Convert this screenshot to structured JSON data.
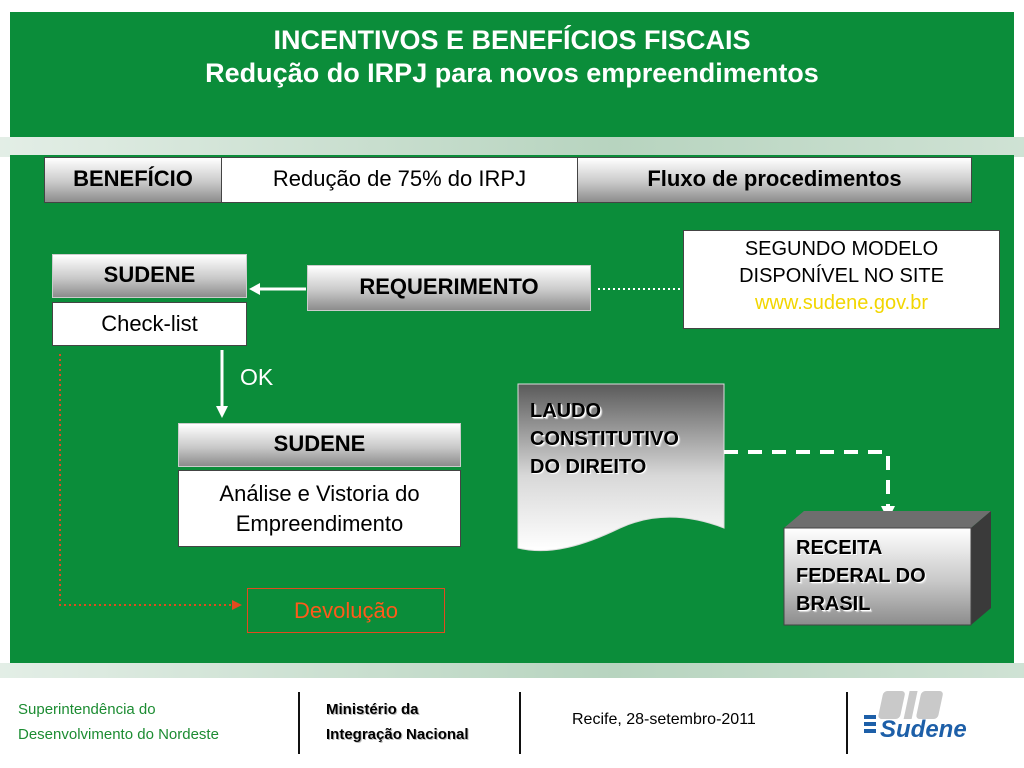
{
  "header": {
    "title": "INCENTIVOS E BENEFÍCIOS FISCAIS",
    "subtitle": "Redução do IRPJ para novos empreendimentos"
  },
  "benefit_table": {
    "label": "BENEFÍCIO",
    "value": "Redução de 75% do IRPJ",
    "flow_label": "Fluxo de procedimentos"
  },
  "flow": {
    "sudene_top": "SUDENE",
    "checklist": "Check-list",
    "requerimento": "REQUERIMENTO",
    "modelo_lines": [
      "SEGUNDO  MODELO",
      "DISPONÍVEL NO SITE",
      "www.sudene.gov.br"
    ],
    "ok": "OK",
    "sudene_mid": "SUDENE",
    "analise_lines": [
      "Análise e Vistoria do",
      "Empreendimento"
    ],
    "devolucao": "Devolução",
    "laudo_lines": [
      "LAUDO",
      "CONSTITUTIVO",
      "DO DIREITO"
    ],
    "receita_lines": [
      "RECEITA",
      "FEDERAL DO",
      "BRASIL"
    ]
  },
  "footer": {
    "org_lines": [
      "Superintendência do",
      "Desenvolvimento do Nordeste"
    ],
    "ministry_lines": [
      "Ministério da",
      "Integração Nacional"
    ],
    "date": "Recife, 28-setembro-2011",
    "logo_text": "Sudene"
  },
  "colors": {
    "green": "#0b8d3a",
    "url_yellow": "#f2d600",
    "devolucao_red": "#ff5a1a",
    "footer_green": "#1c8c32"
  }
}
